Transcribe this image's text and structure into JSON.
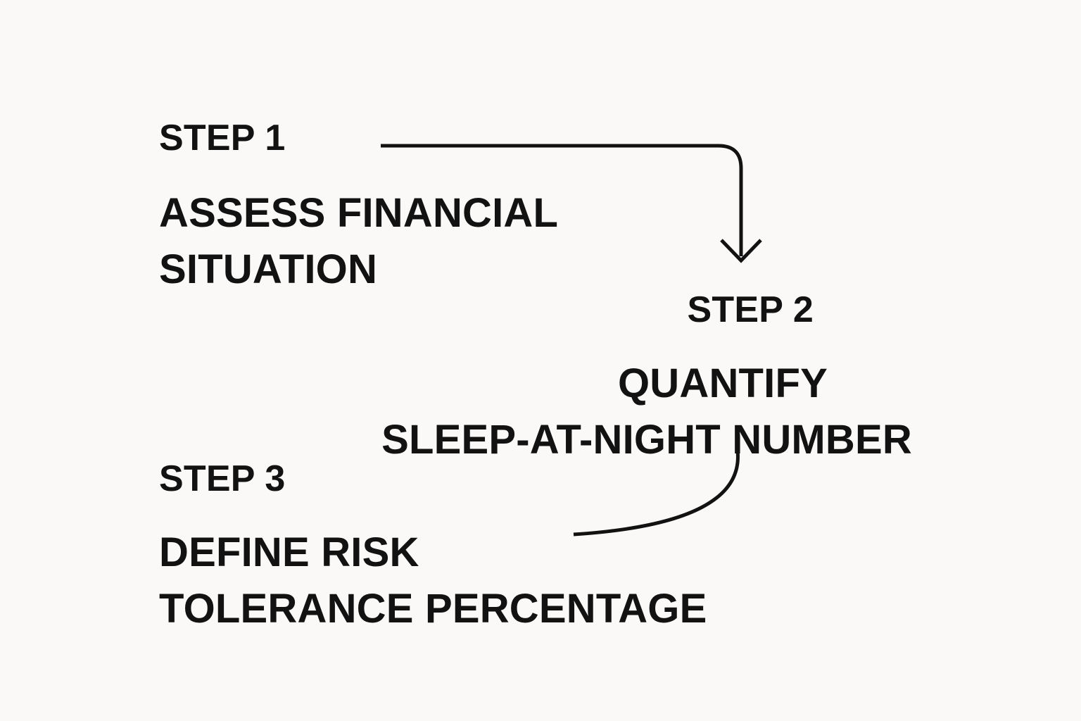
{
  "diagram": {
    "title": "Three-step risk tolerance process flow",
    "background_color": "#faf9f7",
    "ink_color": "#121212"
  },
  "steps": [
    {
      "label": "STEP 1",
      "lines": [
        "ASSESS FINANCIAL",
        "SITUATION"
      ]
    },
    {
      "label": "STEP 2",
      "lines": [
        "QUANTIFY",
        "SLEEP-AT-NIGHT NUMBER"
      ]
    },
    {
      "label": "STEP 3",
      "lines": [
        "DEFINE RISK",
        "TOLERANCE PERCENTAGE"
      ]
    }
  ],
  "connectors": [
    {
      "name": "step1-to-step2",
      "style": "elbow-with-arrowhead",
      "has_arrowhead": true,
      "stroke_width": 5
    },
    {
      "name": "step2-to-step3",
      "style": "curve-no-arrowhead",
      "has_arrowhead": false,
      "stroke_width": 5
    }
  ]
}
